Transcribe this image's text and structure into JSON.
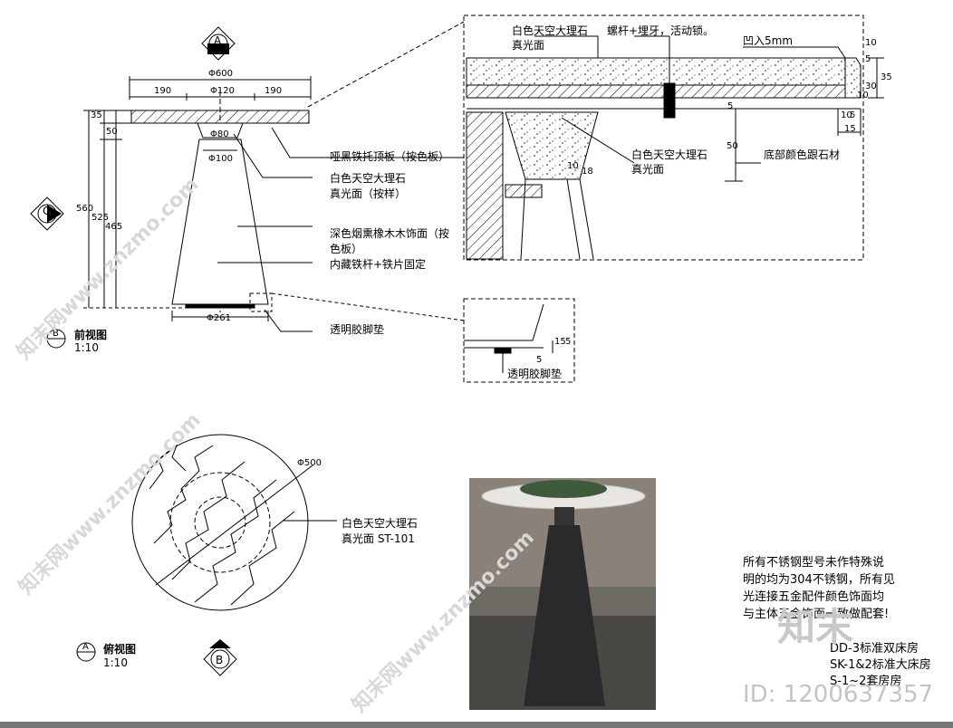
{
  "front_view": {
    "marker_top": "A",
    "marker_left": "C",
    "title": "前视图",
    "scale": "1:10",
    "marker_id": "B",
    "dims": {
      "d600": "Φ600",
      "d190_left": "190",
      "d120": "Φ120",
      "d190_right": "190",
      "d80": "Φ80",
      "d100": "Φ100",
      "d261": "Φ261",
      "v35": "35",
      "v50": "50",
      "v560": "560",
      "v525": "525",
      "v465": "465"
    },
    "labels": {
      "l1": "哑黑铁托顶板（按色板）",
      "l2a": "白色天空大理石",
      "l2b": "真光面（按样）",
      "l3a": "深色烟熏橡木木饰面（按",
      "l3b": "色板）",
      "l4": "内藏铁杆+铁片固定",
      "l5": "透明胶脚垫"
    }
  },
  "detail_top": {
    "l1": "白色天空大理石",
    "l1b": "真光面",
    "l2": "螺杆+埋牙，活动锁。",
    "l3": "凹入5mm",
    "l4a": "白色天空大理石",
    "l4b": "真光面",
    "l5": "底部颜色跟石材",
    "dims": {
      "d35": "35",
      "d30": "30",
      "d5": "5",
      "d10": "10",
      "d5b": "5",
      "d10b": "10",
      "d15": "15",
      "d50": "50",
      "d10c": "10",
      "d18": "18",
      "d5c": "5",
      "d10d": "10"
    }
  },
  "detail_bottom": {
    "label": "透明胶脚垫",
    "dims": {
      "d15": "15",
      "d5": "5",
      "d5b": "5"
    }
  },
  "top_view": {
    "dim": "Φ500",
    "label_a": "白色天空大理石",
    "label_b": "真光面 ST-101",
    "title": "俯视图",
    "scale": "1:10",
    "marker_id": "A",
    "marker_bottom": "B"
  },
  "notes": {
    "n1": "所有不锈钢型号未作特殊说",
    "n2": "明的均为304不锈钢，所有见",
    "n3": "光连接五金配件颜色饰面均",
    "n4": "与主体五金饰面一致做配套!"
  },
  "rooms": {
    "r1": "DD-3标准双床房",
    "r2": "SK-1&2标准大床房",
    "r3": "S-1~2套房房"
  },
  "brand": {
    "logo": "知末",
    "id": "ID: 1200637357",
    "watermark": "知末网www.znzmo.com"
  }
}
